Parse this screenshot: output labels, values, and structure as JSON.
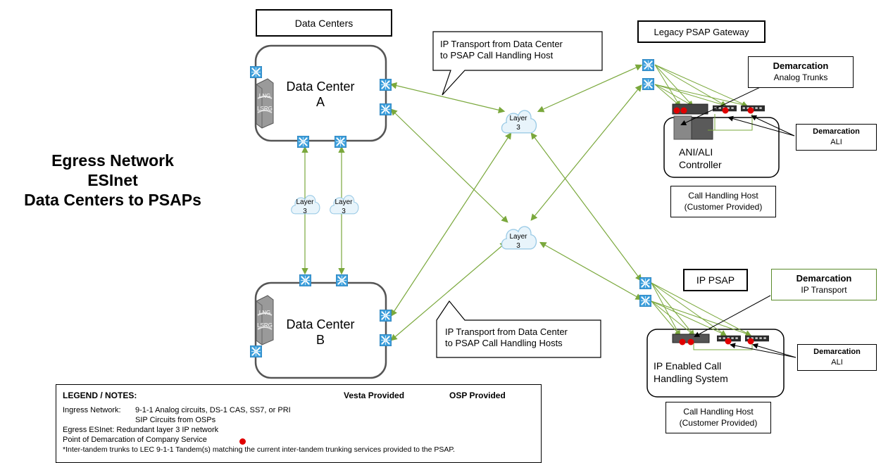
{
  "title": {
    "line1": "Egress Network",
    "line2": "ESInet",
    "line3": "Data Centers to PSAPs"
  },
  "data_centers_label": "Data Centers",
  "data_center_a": {
    "line1": "Data Center",
    "line2": "A"
  },
  "data_center_b": {
    "line1": "Data Center",
    "line2": "B"
  },
  "lng_lsrg": {
    "top": "LNG",
    "bottom": "LSRG"
  },
  "layer3": {
    "line1": "Layer",
    "line2": "3"
  },
  "callout_top": {
    "line1": "IP Transport from Data Center",
    "line2": "to PSAP Call Handling Host"
  },
  "callout_bottom": {
    "line1": "IP Transport from Data Center",
    "line2": "to PSAP Call Handling Hosts"
  },
  "legacy_gateway_label": "Legacy PSAP Gateway",
  "demarc_analog": {
    "title": "Demarcation",
    "sub": "Analog Trunks"
  },
  "demarc_ali_top": {
    "title": "Demarcation",
    "sub": "ALI"
  },
  "ani_ali": {
    "line1": "ANI/ALI",
    "line2": "Controller"
  },
  "call_handling_top": {
    "line1": "Call Handling Host",
    "line2": "(Customer Provided)"
  },
  "ip_psap_label": "IP PSAP",
  "demarc_ip": {
    "title": "Demarcation",
    "sub": "IP Transport"
  },
  "ip_enabled": {
    "line1": "IP Enabled Call",
    "line2": "Handling System"
  },
  "demarc_ali_bottom": {
    "title": "Demarcation",
    "sub": "ALI"
  },
  "call_handling_bottom": {
    "line1": "Call Handling Host",
    "line2": "(Customer Provided)"
  },
  "legend": {
    "title": "LEGEND / NOTES:",
    "vesta": "Vesta Provided",
    "osp": "OSP Provided",
    "ingress_label": "Ingress Network:",
    "ingress_text1": "9-1-1 Analog circuits, DS-1 CAS, SS7, or PRI",
    "ingress_text2": "SIP Circuits from OSPs",
    "egress": "Egress ESInet: Redundant layer 3 IP network",
    "demarc_point": "Point of Demarcation of Company Service",
    "note": "*Inter-tandem trunks to LEC 9-1-1 Tandem(s) matching the current inter-tandem trunking services provided to the PSAP."
  },
  "colors": {
    "link_green": "#7aa83c",
    "purple": "#9b59b6",
    "blue": "#3b8fd4",
    "demarc_red": "#e00000",
    "switch_blue": "#3fa0dc",
    "demarc_ip_border": "#5a8a2a"
  },
  "icons": [
    "switch-icon",
    "cloud-icon",
    "server-icon",
    "red-dot-icon",
    "router-icon"
  ]
}
